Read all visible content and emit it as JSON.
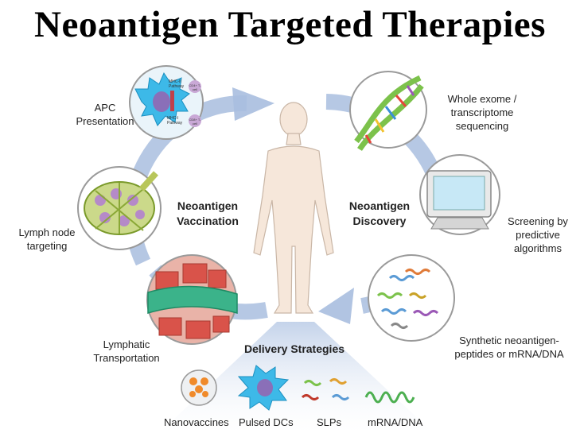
{
  "title": "Neoantigen Targeted Therapies",
  "center": {
    "vaccination": [
      "Neoantigen",
      "Vaccination"
    ],
    "discovery": [
      "Neoantigen",
      "Discovery"
    ],
    "delivery": "Delivery Strategies"
  },
  "steps": {
    "apc": [
      "APC",
      "Presentation"
    ],
    "lymph_node": [
      "Lymph node",
      "targeting"
    ],
    "lymphatic": [
      "Lymphatic",
      "Transportation"
    ],
    "sequencing": [
      "Whole exome /",
      "transcriptome",
      "sequencing"
    ],
    "screening": [
      "Screening by",
      "predictive",
      "algorithms"
    ],
    "synthetic": [
      "Synthetic neoantigen-",
      "peptides or mRNA/DNA"
    ]
  },
  "apc_inset": {
    "mhc2": "MHC-II Pathway",
    "mhc1": "MHC-I Pathway",
    "cd4": "CD4+ T-cell",
    "cd8": "CD8+ T-cell"
  },
  "delivery_items": [
    "Nanovaccines",
    "Pulsed DCs",
    "SLPs",
    "mRNA/DNA"
  ],
  "colors": {
    "arrow": "#a9bedf",
    "circle_border": "#9a9a9a",
    "skin": "#f6e7da",
    "dna_green": "#7cc24b",
    "lymph_green": "#9fc04a",
    "vessel_red": "#d9534a",
    "delivery_bg": "#d4dff0"
  }
}
